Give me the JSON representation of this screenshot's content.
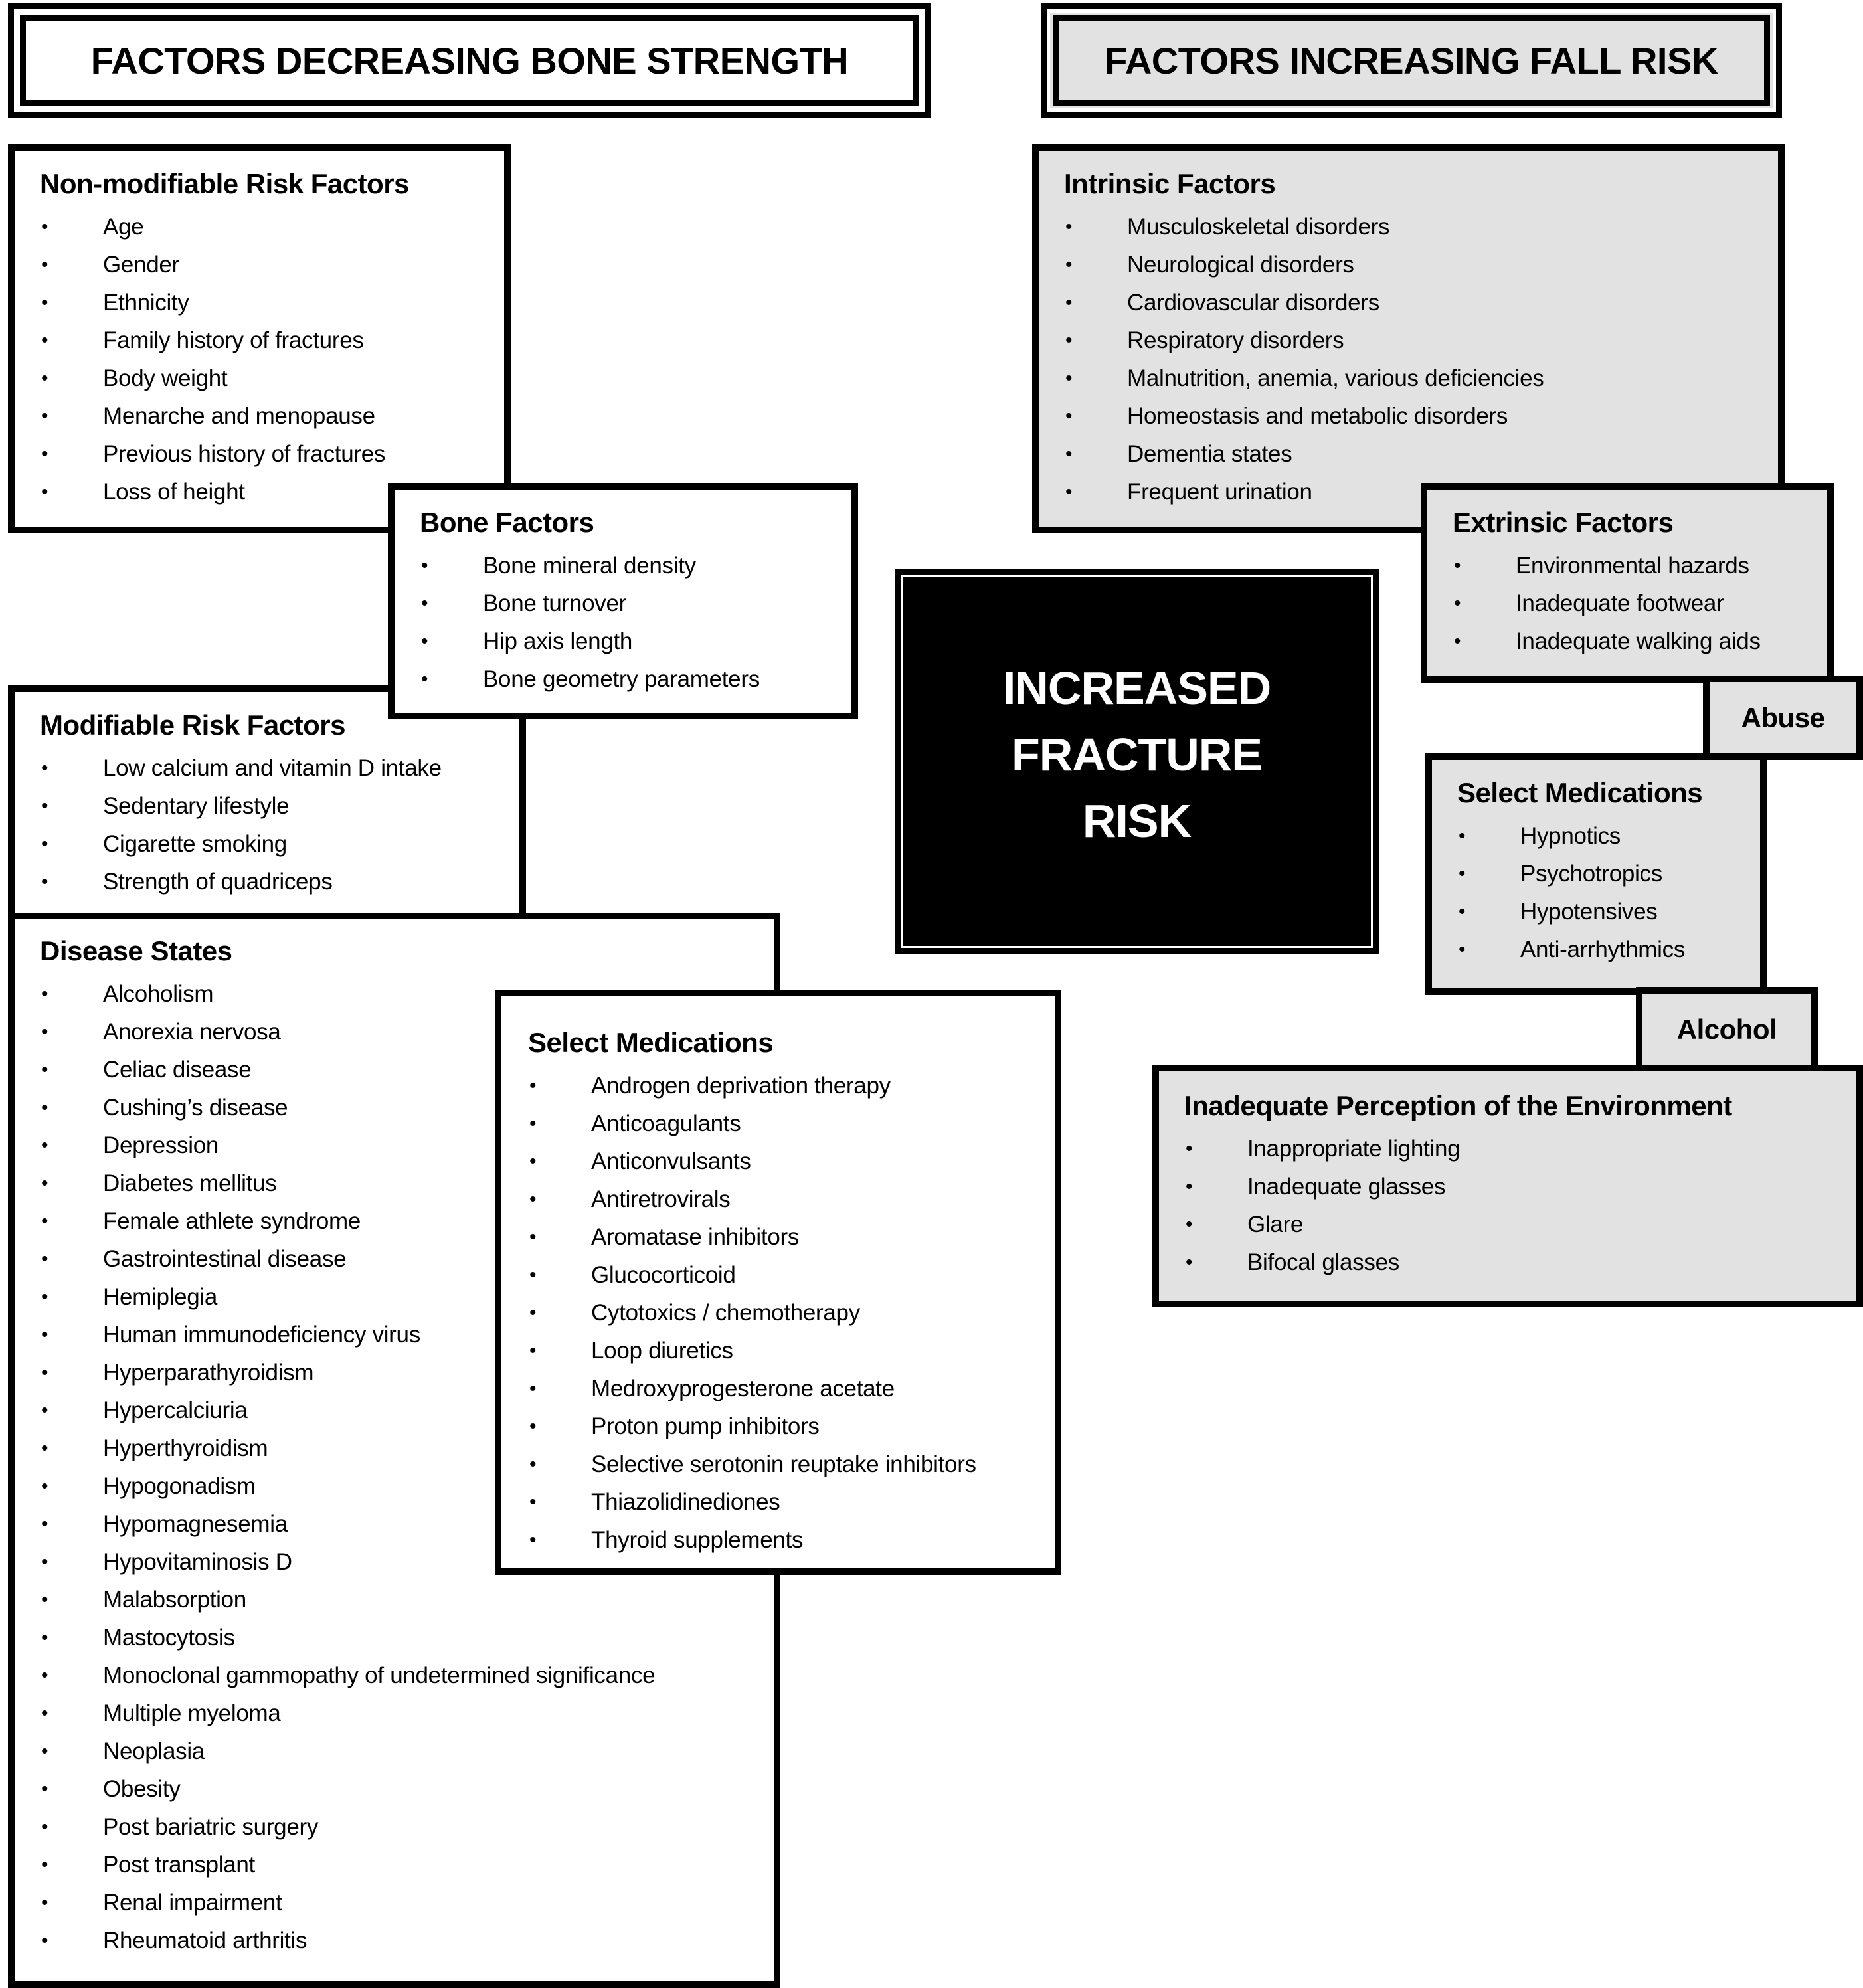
{
  "headers": {
    "left": "FACTORS DECREASING BONE STRENGTH",
    "right": "FACTORS INCREASING FALL RISK"
  },
  "center": {
    "lines": [
      "INCREASED",
      "FRACTURE",
      "RISK"
    ]
  },
  "colors": {
    "fall_risk_fill": "#e2e2e2",
    "bone_strength_fill": "#ffffff",
    "center_fill": "#000000"
  },
  "bone_strength": {
    "non_modifiable": {
      "heading": "Non-modifiable Risk Factors",
      "items": [
        "Age",
        "Gender",
        "Ethnicity",
        "Family history of fractures",
        "Body weight",
        "Menarche and menopause",
        "Previous history of fractures",
        "Loss of height"
      ]
    },
    "bone_factors": {
      "heading": "Bone Factors",
      "items": [
        "Bone mineral density",
        "Bone turnover",
        "Hip axis length",
        "Bone geometry parameters"
      ]
    },
    "modifiable": {
      "heading": "Modifiable Risk Factors",
      "items": [
        "Low calcium and vitamin D intake",
        "Sedentary lifestyle",
        "Cigarette smoking",
        "Strength of quadriceps"
      ]
    },
    "disease_states": {
      "heading": "Disease States",
      "items": [
        "Alcoholism",
        "Anorexia nervosa",
        "Celiac disease",
        "Cushing’s disease",
        "Depression",
        "Diabetes mellitus",
        "Female athlete syndrome",
        "Gastrointestinal disease",
        "Hemiplegia",
        "Human immunodeficiency virus",
        "Hyperparathyroidism",
        "Hypercalciuria",
        "Hyperthyroidism",
        "Hypogonadism",
        "Hypomagnesemia",
        "Hypovitaminosis D",
        "Malabsorption",
        "Mastocytosis",
        "Monoclonal gammopathy of undetermined significance",
        "Multiple myeloma",
        "Neoplasia",
        "Obesity",
        "Post bariatric surgery",
        "Post transplant",
        "Renal impairment",
        "Rheumatoid arthritis"
      ]
    },
    "select_medications": {
      "heading": "Select Medications",
      "items": [
        "Androgen deprivation therapy",
        "Anticoagulants",
        "Anticonvulsants",
        "Antiretrovirals",
        "Aromatase inhibitors",
        "Glucocorticoid",
        "Cytotoxics / chemotherapy",
        "Loop diuretics",
        "Medroxyprogesterone acetate",
        "Proton pump inhibitors",
        "Selective serotonin reuptake inhibitors",
        "Thiazolidinediones",
        "Thyroid supplements"
      ]
    }
  },
  "fall_risk": {
    "intrinsic": {
      "heading": "Intrinsic Factors",
      "items": [
        "Musculoskeletal disorders",
        "Neurological disorders",
        "Cardiovascular disorders",
        "Respiratory disorders",
        "Malnutrition, anemia, various deficiencies",
        "Homeostasis and metabolic disorders",
        "Dementia states",
        "Frequent urination"
      ]
    },
    "extrinsic": {
      "heading": "Extrinsic Factors",
      "items": [
        "Environmental hazards",
        "Inadequate footwear",
        "Inadequate walking aids"
      ]
    },
    "abuse": "Abuse",
    "select_medications": {
      "heading": "Select Medications",
      "items": [
        "Hypnotics",
        "Psychotropics",
        "Hypotensives",
        "Anti-arrhythmics"
      ]
    },
    "alcohol": "Alcohol",
    "perception": {
      "heading": "Inadequate Perception of the Environment",
      "items": [
        "Inappropriate lighting",
        "Inadequate glasses",
        "Glare",
        "Bifocal glasses"
      ]
    }
  },
  "bullet_symbol": "•"
}
